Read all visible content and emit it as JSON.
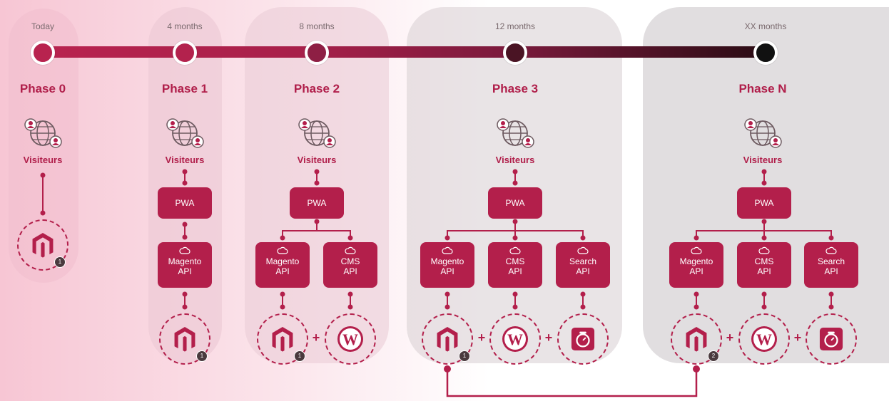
{
  "timeline": {
    "ticks": [
      "Today",
      "4 months",
      "8 months",
      "12 months",
      "XX months"
    ]
  },
  "phases": [
    {
      "title": "Phase 0",
      "visitors": "Visiteurs"
    },
    {
      "title": "Phase 1",
      "visitors": "Visiteurs",
      "pwa": "PWA",
      "apis": [
        "Magento API"
      ]
    },
    {
      "title": "Phase 2",
      "visitors": "Visiteurs",
      "pwa": "PWA",
      "apis": [
        "Magento API",
        "CMS API"
      ]
    },
    {
      "title": "Phase 3",
      "visitors": "Visiteurs",
      "pwa": "PWA",
      "apis": [
        "Magento API",
        "CMS API",
        "Search API"
      ]
    },
    {
      "title": "Phase N",
      "visitors": "Visiteurs",
      "pwa": "PWA",
      "apis": [
        "Magento API",
        "CMS API",
        "Search API"
      ]
    }
  ],
  "badges": {
    "p0": "1",
    "p1": "1",
    "p2": "1",
    "p3": "1",
    "pN": "2"
  },
  "plus": "+",
  "icons": [
    "globe-users-icon",
    "cloud-icon",
    "magento-icon",
    "wordpress-icon",
    "search-service-icon"
  ],
  "colors": {
    "accent": "#b31f4b",
    "dark": "#1a0a10"
  }
}
